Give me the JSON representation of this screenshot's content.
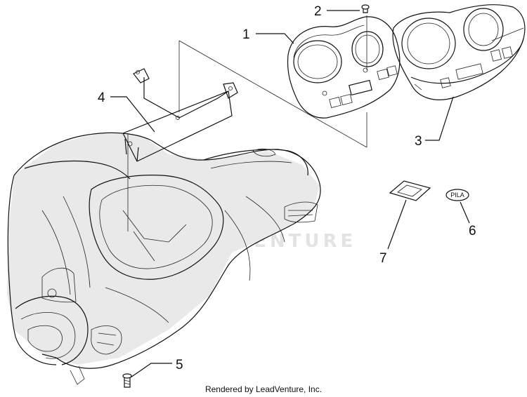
{
  "callouts": [
    {
      "id": 1,
      "label": "1",
      "part": "instrument panel face"
    },
    {
      "id": 2,
      "label": "2",
      "part": "screw"
    },
    {
      "id": 3,
      "label": "3",
      "part": "instrument cluster housing"
    },
    {
      "id": 4,
      "label": "4",
      "part": "mounting bracket"
    },
    {
      "id": 5,
      "label": "5",
      "part": "screw"
    },
    {
      "id": 6,
      "label": "6",
      "part": "oval badge"
    },
    {
      "id": 7,
      "label": "7",
      "part": "rectangular pad"
    }
  ],
  "badge_text": "PILA",
  "watermark": "LEADVENTURE",
  "footer": "Rendered by LeadVenture, Inc.",
  "colors": {
    "line": "#111111",
    "shade": "#e9e9e9",
    "watermark": "#e3e3e3"
  }
}
